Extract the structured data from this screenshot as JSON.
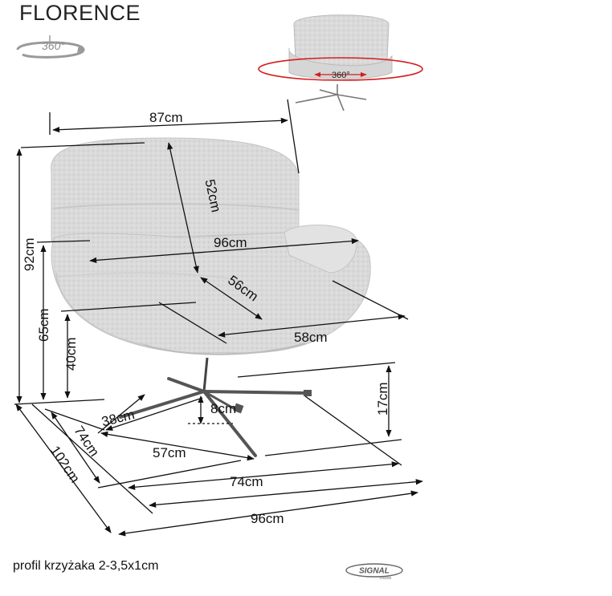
{
  "title": "FLORENCE",
  "rotation_badge": "360°",
  "rotation_badge_small": "360°",
  "dimensions": {
    "width_top": "87cm",
    "backrest_height": "52cm",
    "total_height": "92cm",
    "arm_width": "96cm",
    "seat_depth": "56cm",
    "armrest_height": "65cm",
    "seat_height": "40cm",
    "seat_width": "58cm",
    "base_height": "17cm",
    "leg_height": "8cm",
    "leg_length": "38cm",
    "base_depth": "74cm",
    "base_span": "57cm",
    "depth_total": "102cm",
    "width_base": "74cm",
    "width_total": "96cm"
  },
  "caption": "profil krzyżaka 2-3,5x1cm",
  "logo": {
    "name": "SIGNAL",
    "sub": "meble"
  },
  "colors": {
    "fabric": "#dcdcdc",
    "fabric_edge": "#bcbcbc",
    "line": "#111111",
    "accent_red": "#d41e1e"
  }
}
